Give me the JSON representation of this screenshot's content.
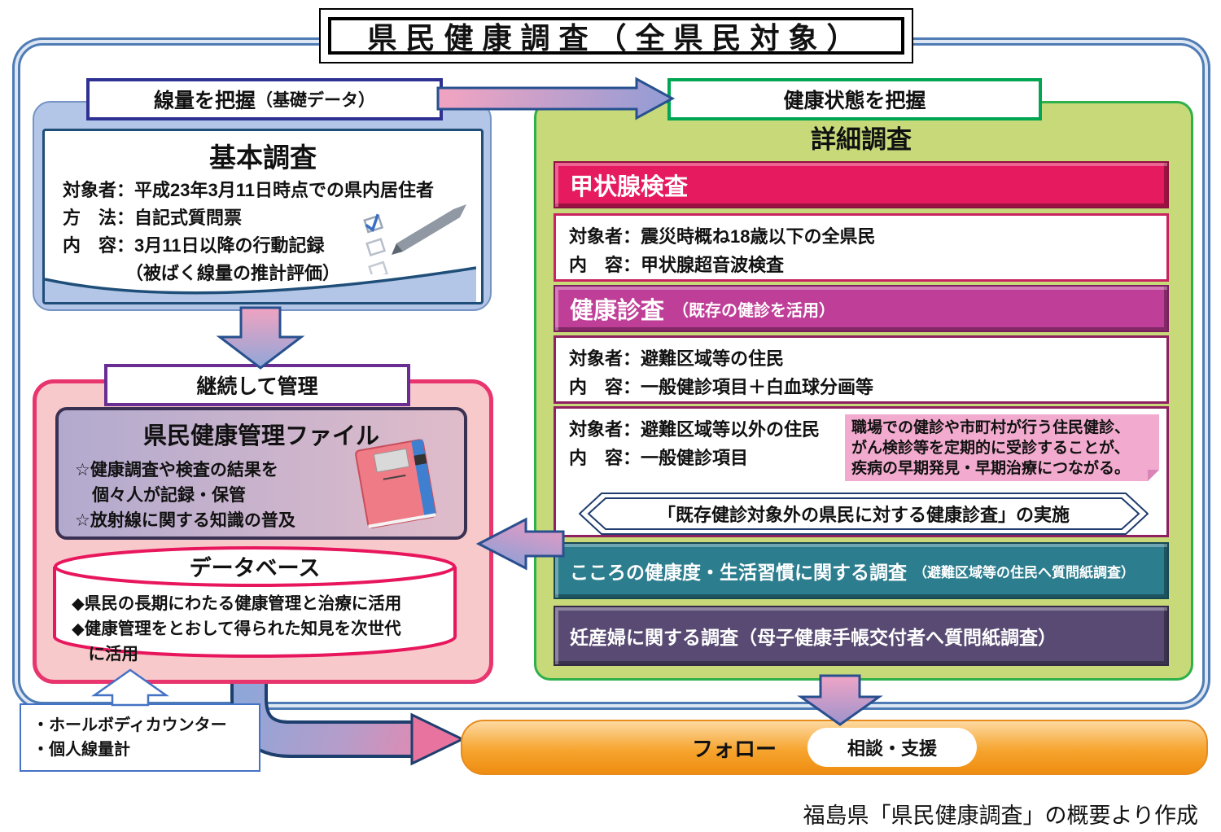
{
  "title": "県民健康調査（全県民対象）",
  "left": {
    "dose_label_main": "線量を把握",
    "dose_label_sub": "（基礎データ）",
    "basic_survey": {
      "title": "基本調査",
      "line1": "対象者：平成23年3月11日時点での県内居住者",
      "line2": "方　法：自記式質問票",
      "line3": "内　容：3月11日以降の行動記録",
      "line4": "　　　　（被ばく線量の推計評価）"
    },
    "manage_label": "継続して管理",
    "health_file": {
      "title": "県民健康管理ファイル",
      "line1": "☆健康調査や検査の結果を",
      "line2": "　個々人が記録・保管",
      "line3": "☆放射線に関する知識の普及"
    },
    "database": {
      "title": "データベース",
      "line1": "◆県民の長期にわたる健康管理と治療に活用",
      "line2": "◆健康管理をとおして得られた知見を次世代",
      "line3": "　に活用"
    },
    "counter_box": {
      "line1": "・ホールボディカウンター",
      "line2": "・個人線量計"
    }
  },
  "right": {
    "health_label": "健康状態を把握",
    "detail_title": "詳細調査",
    "thyroid": {
      "header": "甲状腺検査",
      "line1": "対象者：震災時概ね18歳以下の全県民",
      "line2": "内　容：甲状腺超音波検査"
    },
    "checkup": {
      "header_main": "健康診査",
      "header_sub": "（既存の健診を活用）",
      "box1_line1": "対象者：避難区域等の住民",
      "box1_line2": "内　容：一般健診項目＋白血球分画等",
      "box2_line1": "対象者：避難区域等以外の住民",
      "box2_line2": "内　容：一般健診項目",
      "note_line1": "職場での健診や市町村が行う住民健診、",
      "note_line2": "がん検診等を定期的に受診することが、",
      "note_line3": "疾病の早期発見・早期治療につながる。",
      "banner": "「既存健診対象外の県民に対する健康診査」の実施"
    },
    "mental_label": "こころの健康度・生活習慣に関する調査",
    "mental_label_sub": "（避難区域等の住民へ質問紙調査）",
    "pregnant_label": "妊産婦に関する調査（母子健康手帳交付者へ質問紙調査）"
  },
  "bottom": {
    "follow": "フォロー",
    "support": "相談・支援"
  },
  "footer": "福島県「県民健康調査」の概要より作成",
  "colors": {
    "frame_blue": "#4f7cb5",
    "dose_border": "#2e3192",
    "health_border": "#00a651",
    "manage_border": "#6a2d91",
    "blue_panel": "#b3c6e7",
    "green_panel": "#c7d979",
    "pink_panel": "#f8c9cb",
    "pink_panel_border": "#e8356e",
    "thyroid_bar": "#e51a5f",
    "checkup_bar": "#bf3e97",
    "mental_bar": "#2c7d8e",
    "pregnant_bar": "#584a72",
    "note_pink": "#f2abce",
    "orange_bar": "#f6a52f",
    "arrow_pink": "#ec9cbe",
    "arrow_blue": "#8fa6d8"
  }
}
